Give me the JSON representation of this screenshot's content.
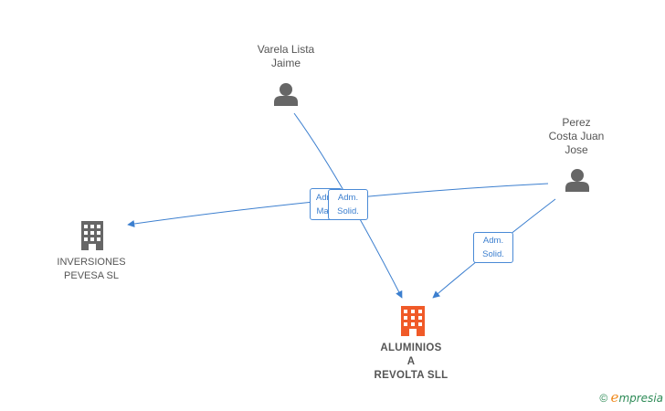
{
  "persons": [
    {
      "id": "varela",
      "lines": [
        "Varela Lista",
        "Jaime"
      ]
    },
    {
      "id": "perez",
      "lines": [
        "Perez",
        "Costa Juan",
        "Jose"
      ]
    }
  ],
  "companies": [
    {
      "id": "inversiones",
      "lines": [
        "INVERSIONES",
        "PEVESA SL"
      ],
      "color": "#666666"
    },
    {
      "id": "aluminios",
      "lines": [
        "ALUMINIOS",
        "A",
        "REVOLTA SLL"
      ],
      "color": "#f05a28"
    }
  ],
  "edge_labels": [
    {
      "id": "edge-label-back",
      "lines": [
        "Adm.",
        "Man."
      ]
    },
    {
      "id": "edge-label-front",
      "lines": [
        "Adm.",
        "Solid."
      ]
    },
    {
      "id": "edge-label-perez",
      "lines": [
        "Adm.",
        "Solid."
      ]
    }
  ],
  "colors": {
    "edge": "#3c7fcf",
    "person_icon": "#666666"
  },
  "watermark": {
    "symbol": "©",
    "brand_initial": "e",
    "brand_rest": "mpresia"
  }
}
